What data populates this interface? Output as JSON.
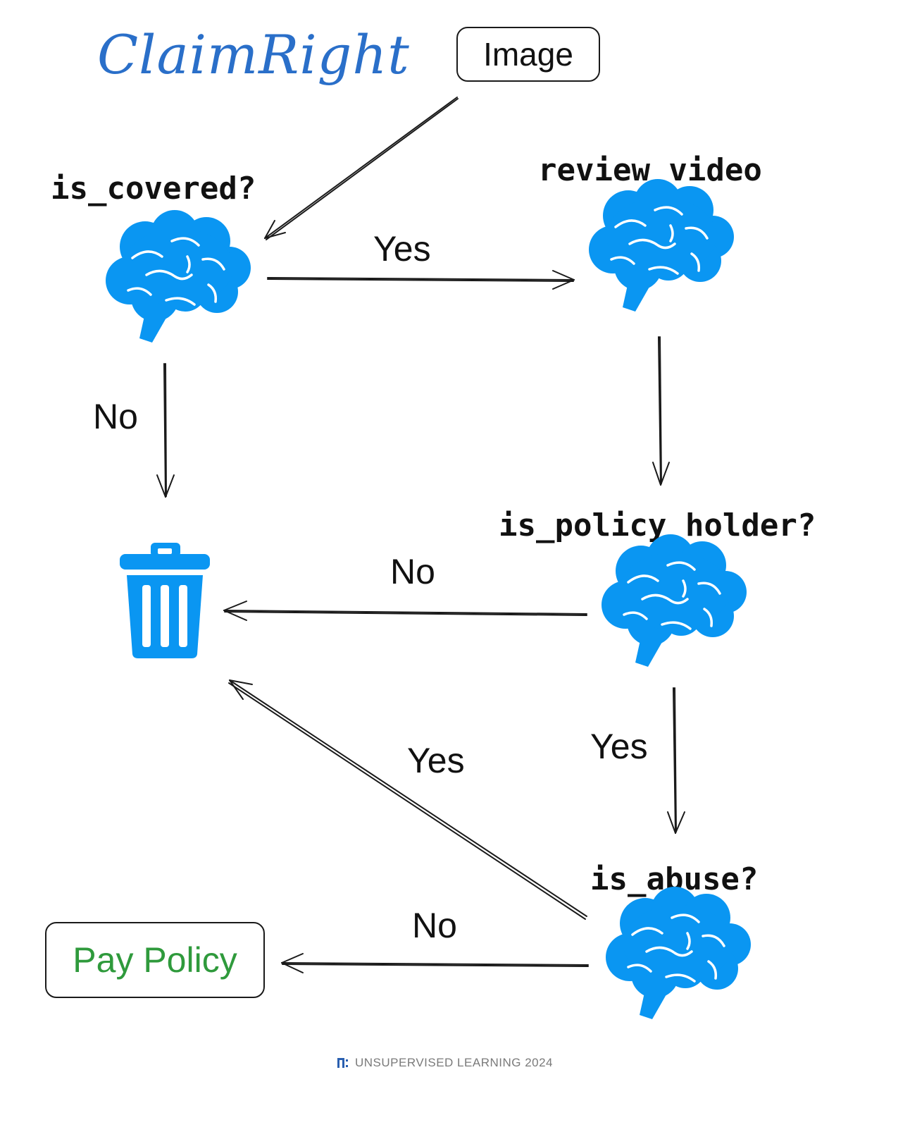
{
  "brand": {
    "title": "ClaimRight"
  },
  "start": {
    "label": "Image"
  },
  "nodes": {
    "is_covered": "is_covered?",
    "review_video": "review_video",
    "is_policy_holder": "is_policy_holder?",
    "is_abuse": "is_abuse?"
  },
  "edges": {
    "covered_yes": "Yes",
    "covered_no": "No",
    "policy_no": "No",
    "policy_yes": "Yes",
    "abuse_yes": "Yes",
    "abuse_no": "No"
  },
  "outcome": {
    "pay": "Pay Policy"
  },
  "footer": {
    "text": "UNSUPERVISED LEARNING 2024"
  },
  "icons": {
    "decision": "brain-icon",
    "reject": "trash-icon",
    "footer_logo": "ul-logo-icon"
  },
  "colors": {
    "brand": "#2a6fc9",
    "icon": "#0a96f2",
    "pay": "#2f9a3c",
    "stroke": "#1a1a1a",
    "footer": "#7a7a7a"
  }
}
